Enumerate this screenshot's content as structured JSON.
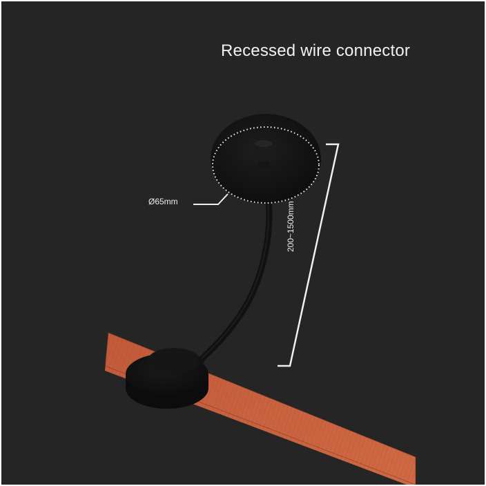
{
  "title": "Recessed wire connector",
  "labels": {
    "diameter": "Ø65mm",
    "length": "200~1500mm"
  },
  "colors": {
    "background": "#252525",
    "product": "#141414",
    "wood": "#c8603e",
    "annotation": "#f0f0f0"
  },
  "icons": {
    "ceiling_canopy": "canopy-disc-icon",
    "cable": "cable-icon",
    "base_disc": "base-disc-icon"
  }
}
